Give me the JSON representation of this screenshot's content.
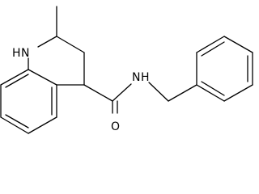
{
  "molecule": {
    "atoms": {
      "ring_nitrogen": "N",
      "ring_nitrogen_hydrogen": "H",
      "amide_nitrogen": "N",
      "amide_hydrogen": "H",
      "carbonyl_oxygen": "O"
    },
    "colors": {
      "bond": "#000000",
      "label": "#000000",
      "background": "#ffffff"
    }
  }
}
